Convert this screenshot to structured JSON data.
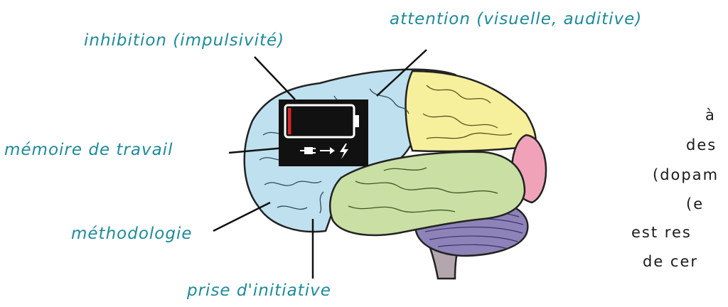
{
  "labels": {
    "inhibition": "inhibition (impulsivité)",
    "attention": "attention (visuelle, auditive)",
    "memoire": "mémoire de travail",
    "methodologie": "méthodologie",
    "prise": "prise d'initiative"
  },
  "side_text": {
    "line1": "à",
    "line2": "des",
    "line3": "(dopam",
    "line4": "(e",
    "line5": "est res",
    "line6": "de cer"
  },
  "battery": {
    "charge_level": 0.05,
    "plug_icon": "plug-icon",
    "arrow_icon": "arrow-right-icon",
    "bolt_icon": "lightning-bolt-icon"
  },
  "colors": {
    "label_teal": "#1d8a99",
    "frontal_lobe": "#bfe0ef",
    "parietal_lobe": "#f6ef9c",
    "temporal_lobe": "#c9dfa4",
    "occipital_lobe": "#f0a3b8",
    "cerebellum": "#8d83b8",
    "brainstem": "#b3a7ad",
    "battery_red": "#d6262b"
  }
}
